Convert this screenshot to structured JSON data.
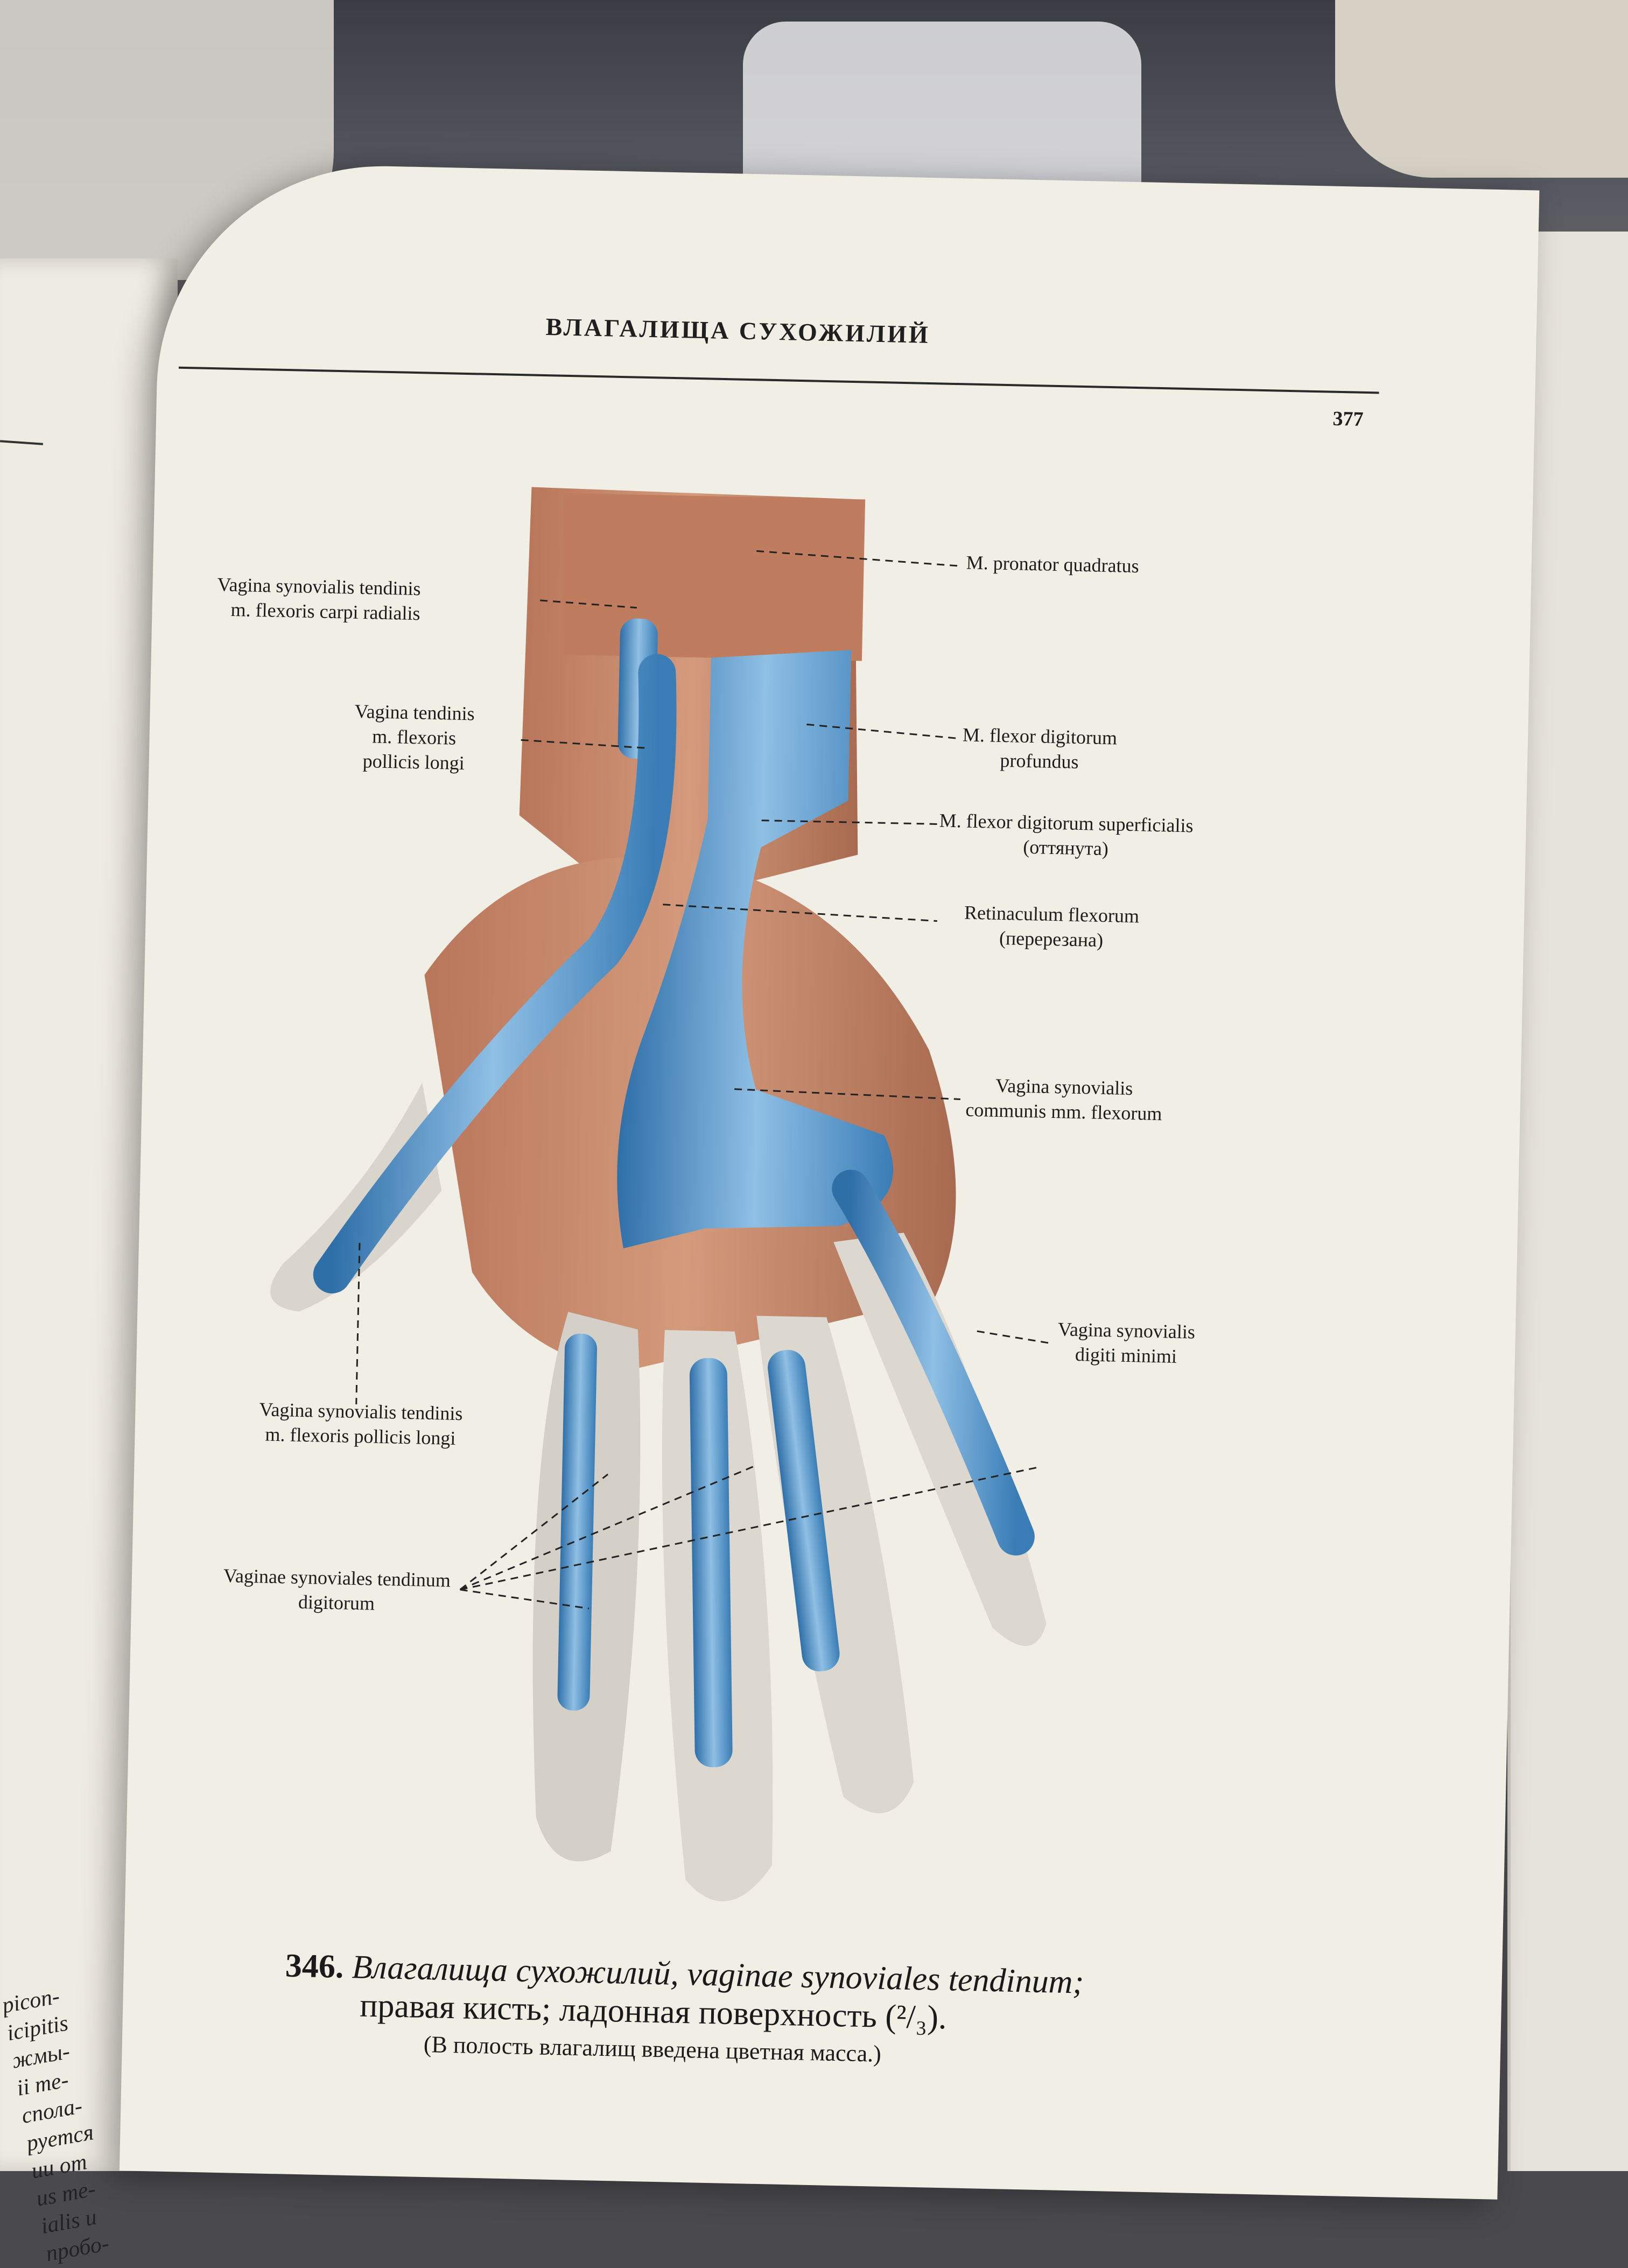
{
  "header": {
    "title": "ВЛАГАЛИЩА СУХОЖИЛИЙ",
    "page_number": "377"
  },
  "labels": {
    "pronator": "M. pronator quadratus",
    "carpi_radialis_1": "Vagina synovialis tendinis",
    "carpi_radialis_2": "m. flexoris carpi radialis",
    "pollicis_tendinis_1": "Vagina tendinis",
    "pollicis_tendinis_2": "m. flexoris",
    "pollicis_tendinis_3": "pollicis longi",
    "fdp_1": "M. flexor digitorum",
    "fdp_2": "profundus",
    "fds_1": "M. flexor digitorum superficialis",
    "fds_2": "(оттянута)",
    "retinaculum_1": "Retinaculum flexorum",
    "retinaculum_2": "(перерезана)",
    "communis_1": "Vagina synovialis",
    "communis_2": "communis mm. flexorum",
    "minimi_1": "Vagina synovialis",
    "minimi_2": "digiti minimi",
    "pollicis_longi_1": "Vagina synovialis tendinis",
    "pollicis_longi_2": "m. flexoris pollicis longi",
    "digitorum_1": "Vaginae synoviales tendinum",
    "digitorum_2": "digitorum"
  },
  "caption": {
    "number": "346.",
    "line1": "Влагалища сухожилий, vaginae synoviales tendinum;",
    "line2": "правая кисть; ладонная поверхность (²/₃).",
    "line3": "(В полость влагалищ введена цветная масса.)"
  },
  "left_page_text": [
    "picon-",
    "icipitis",
    "жмы-",
    "ii те-",
    "спола-",
    "руется",
    "ии от",
    "us те-",
    "ialis и",
    "пробо-"
  ],
  "colors": {
    "sheath_blue": "#4f8fc4",
    "muscle": "#c48a6e",
    "page": "#f1eee6"
  }
}
